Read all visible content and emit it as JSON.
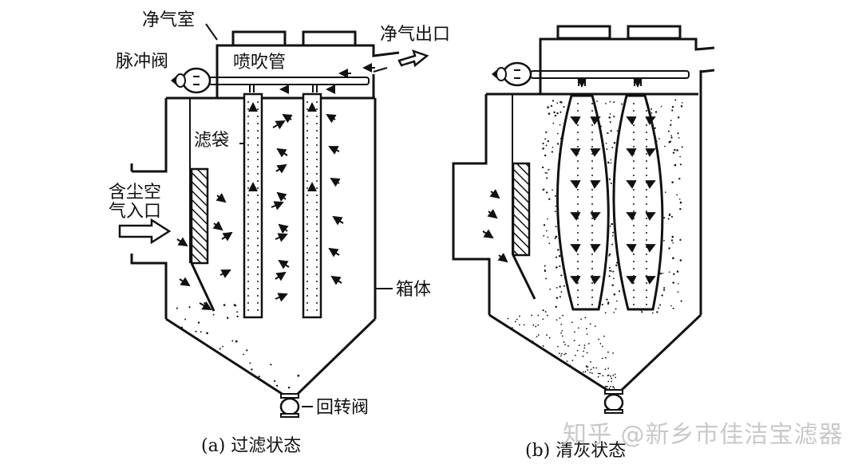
{
  "title": "Pulse-jet bag filter: filtering state vs. cleaning state",
  "panel_a": {
    "labels": {
      "clean_air_chamber": "净气室",
      "pulse_valve": "脉冲阀",
      "blow_pipe": "喷吹管",
      "clean_air_outlet": "净气出口",
      "filter_bag": "滤袋",
      "dusty_air_inlet_line1": "含尘空",
      "dusty_air_inlet_line2": "气入口",
      "housing": "箱体",
      "rotary_valve": "回转阀"
    },
    "caption": "(a)  过滤状态"
  },
  "panel_b": {
    "caption": "(b)  清灰状态"
  },
  "watermark": "知乎 @新乡市佳洁宝滤器"
}
